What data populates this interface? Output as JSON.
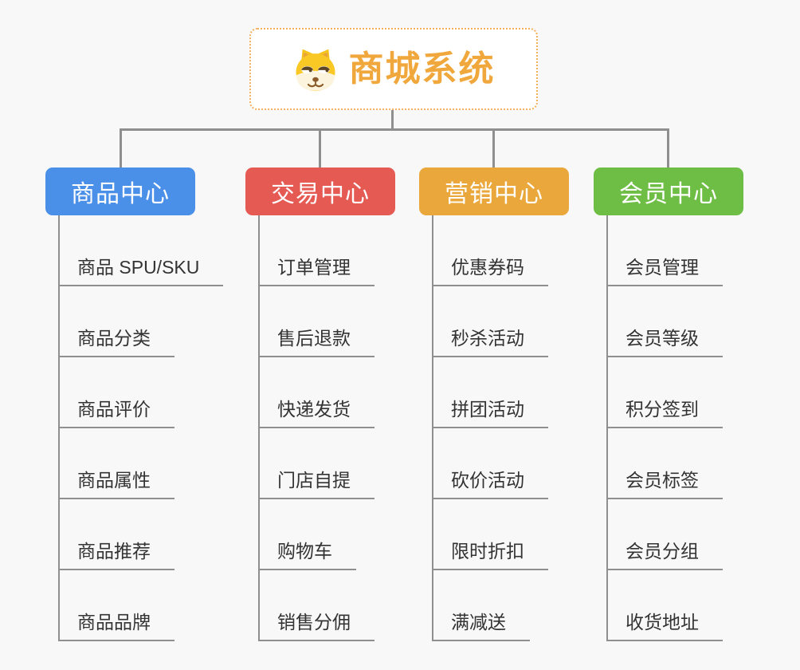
{
  "root": {
    "title": "商城系统",
    "icon": "dog-face-icon"
  },
  "branches": [
    {
      "label": "商品中心",
      "color": "#4a8fe8",
      "items": [
        "商品 SPU/SKU",
        "商品分类",
        "商品评价",
        "商品属性",
        "商品推荐",
        "商品品牌"
      ]
    },
    {
      "label": "交易中心",
      "color": "#e55a52",
      "items": [
        "订单管理",
        "售后退款",
        "快递发货",
        "门店自提",
        "购物车",
        "销售分佣"
      ]
    },
    {
      "label": "营销中心",
      "color": "#eaa83c",
      "items": [
        "优惠券码",
        "秒杀活动",
        "拼团活动",
        "砍价活动",
        "限时折扣",
        "满减送"
      ]
    },
    {
      "label": "会员中心",
      "color": "#6ebe45",
      "items": [
        "会员管理",
        "会员等级",
        "积分签到",
        "会员标签",
        "会员分组",
        "收货地址"
      ]
    }
  ],
  "colors": {
    "background": "#f8f8f8",
    "connector": "#8f8f8f",
    "root_border": "#f3b05c",
    "root_title": "#f0a73c",
    "leaf_text": "#333333"
  }
}
